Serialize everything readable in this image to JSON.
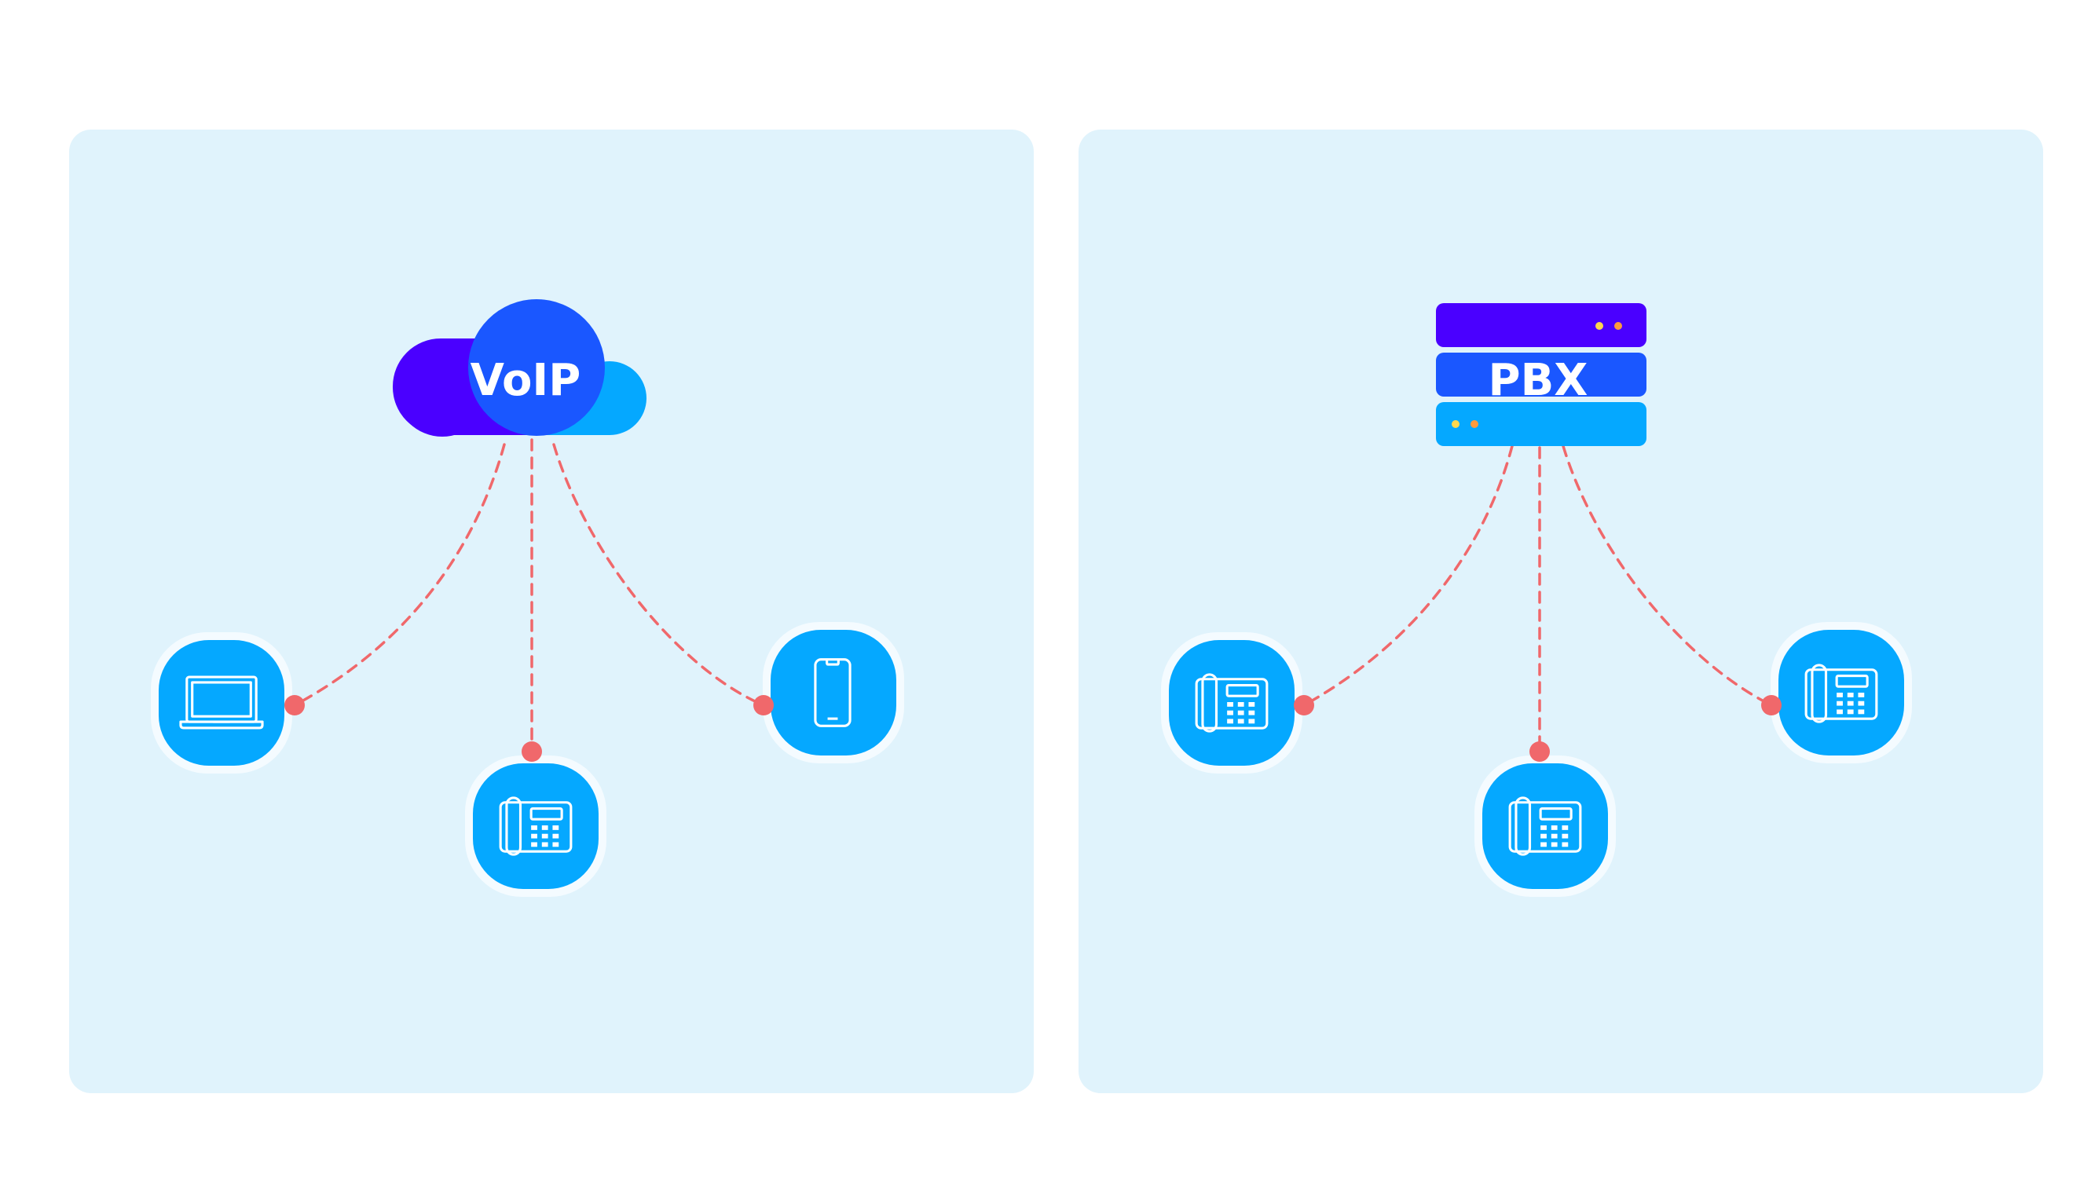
{
  "panels": [
    {
      "hub": {
        "kind": "cloud",
        "label": "VoIP"
      },
      "devices": [
        {
          "icon": "laptop-icon"
        },
        {
          "icon": "desk-phone-icon"
        },
        {
          "icon": "smartphone-icon"
        }
      ]
    },
    {
      "hub": {
        "kind": "server-stack",
        "label": "PBX"
      },
      "devices": [
        {
          "icon": "desk-phone-icon"
        },
        {
          "icon": "desk-phone-icon"
        },
        {
          "icon": "desk-phone-icon"
        }
      ]
    }
  ],
  "colors": {
    "panel_bg": "#e0f3fc",
    "device_bg": "#05a8ff",
    "device_ring": "#f4fbff",
    "connector": "#f0686b",
    "cloud_purple": "#4a00ff",
    "cloud_blue": "#1a57ff",
    "cloud_cyan": "#05a8ff",
    "server_top": "#4a00ff",
    "server_mid": "#1a57ff",
    "server_bottom": "#05a8ff",
    "led_yellow": "#ffd84d",
    "led_orange": "#ff9a3c",
    "text": "#ffffff"
  }
}
